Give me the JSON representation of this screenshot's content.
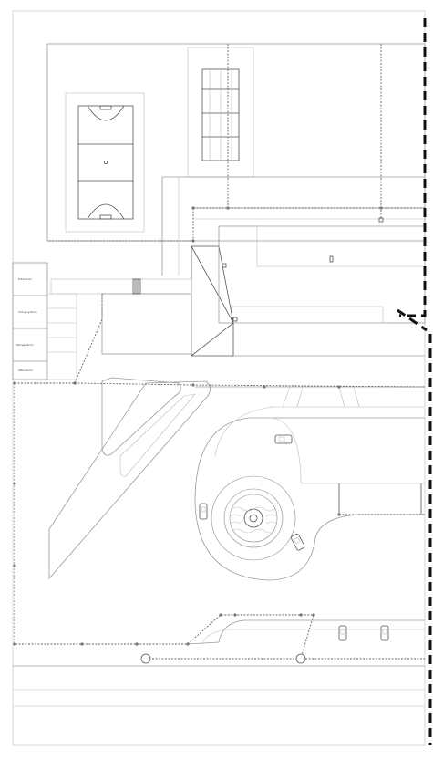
{
  "title": "",
  "labels": {
    "room_1": "Toilet Room",
    "room_2": "Changing Room",
    "room_3": "Storage Room",
    "room_4": "Office Room"
  },
  "colors": {
    "line": "#9a9a9a",
    "path": "#666666",
    "boundary": "#111111",
    "background": "#ffffff"
  }
}
